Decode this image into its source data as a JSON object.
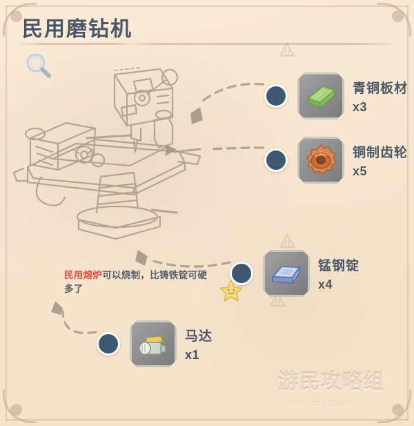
{
  "header": {
    "title": "民用磨钻机",
    "search_icon": "magnifier-icon"
  },
  "blueprint": {
    "alt": "民用磨钻机 蓝图线稿"
  },
  "materials": [
    {
      "name": "青铜板材",
      "quantity": "x3",
      "icon": "bronze-plate-icon",
      "color": "#8fc765"
    },
    {
      "name": "铜制齿轮",
      "quantity": "x5",
      "icon": "copper-gear-icon",
      "color": "#e0814b"
    },
    {
      "name": "锰钢锭",
      "quantity": "x4",
      "icon": "manganese-steel-ingot-icon",
      "color": "#93a9d4"
    },
    {
      "name": "马达",
      "quantity": "x1",
      "icon": "motor-icon",
      "color": "#e8d58a"
    }
  ],
  "annotation": {
    "highlight": "民用熔炉",
    "rest": "可以烧制，比铸铁锭可硬多了"
  },
  "watermark": {
    "main": "游民攻略组",
    "sub": "Hygge"
  },
  "colors": {
    "background": "#f8e7d2",
    "title_text": "#4b5664",
    "node_dot": "#3e5871",
    "frame_line": "#b8a085",
    "highlight_red": "#e8483b",
    "item_frame": "#8c8c8f",
    "blueprint_line": "#8e8277"
  }
}
